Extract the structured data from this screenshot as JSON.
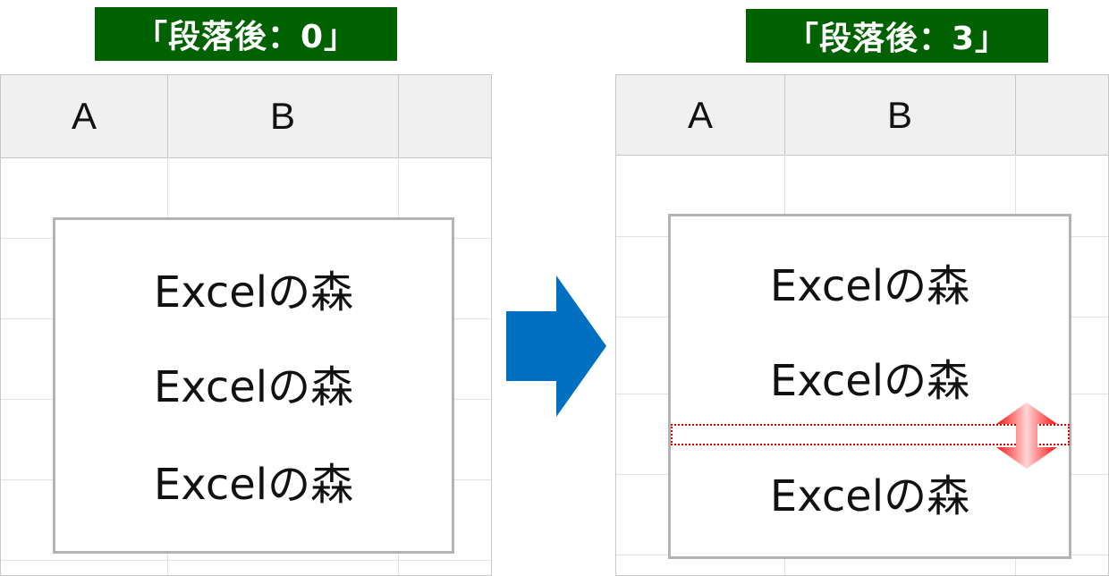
{
  "labels": {
    "before": "「段落後：0」",
    "after": "「段落後：3」"
  },
  "columns": [
    "A",
    "B"
  ],
  "textbox": {
    "lines": [
      "Excelの森",
      "Excelの森",
      "Excelの森"
    ]
  },
  "colors": {
    "label_bg": "#006100",
    "arrow": "#0070C0",
    "spacing_marker": "#FF0000"
  },
  "icons": {
    "transition": "arrow-right-icon",
    "spacing": "double-arrow-vertical-icon"
  }
}
